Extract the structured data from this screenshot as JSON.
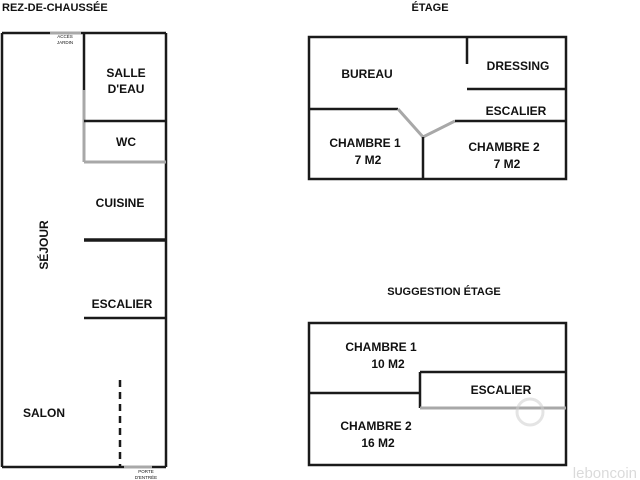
{
  "plans": {
    "ground": {
      "title": "REZ-DE-CHAUSSÉE",
      "rooms": {
        "salle_eau_line1": "SALLE",
        "salle_eau_line2": "D'EAU",
        "wc": "WC",
        "cuisine": "CUISINE",
        "sejour": "SÉJOUR",
        "escalier": "ESCALIER",
        "salon": "SALON"
      },
      "labels": {
        "acces_line1": "ACCÈS",
        "acces_line2": "JARDIN",
        "porte_line1": "PORTE",
        "porte_line2": "D'ENTRÉE"
      }
    },
    "floor": {
      "title": "ÉTAGE",
      "rooms": {
        "bureau": "BUREAU",
        "dressing": "DRESSING",
        "escalier": "ESCALIER",
        "chambre1_name": "CHAMBRE 1",
        "chambre1_area": "7 M2",
        "chambre2_name": "CHAMBRE 2",
        "chambre2_area": "7 M2"
      }
    },
    "suggestion": {
      "title": "SUGGESTION ÉTAGE",
      "rooms": {
        "chambre1_name": "CHAMBRE 1",
        "chambre1_area": "10 M2",
        "escalier": "ESCALIER",
        "chambre2_name": "CHAMBRE 2",
        "chambre2_area": "16 M2"
      }
    }
  },
  "watermark": "leboncoin"
}
